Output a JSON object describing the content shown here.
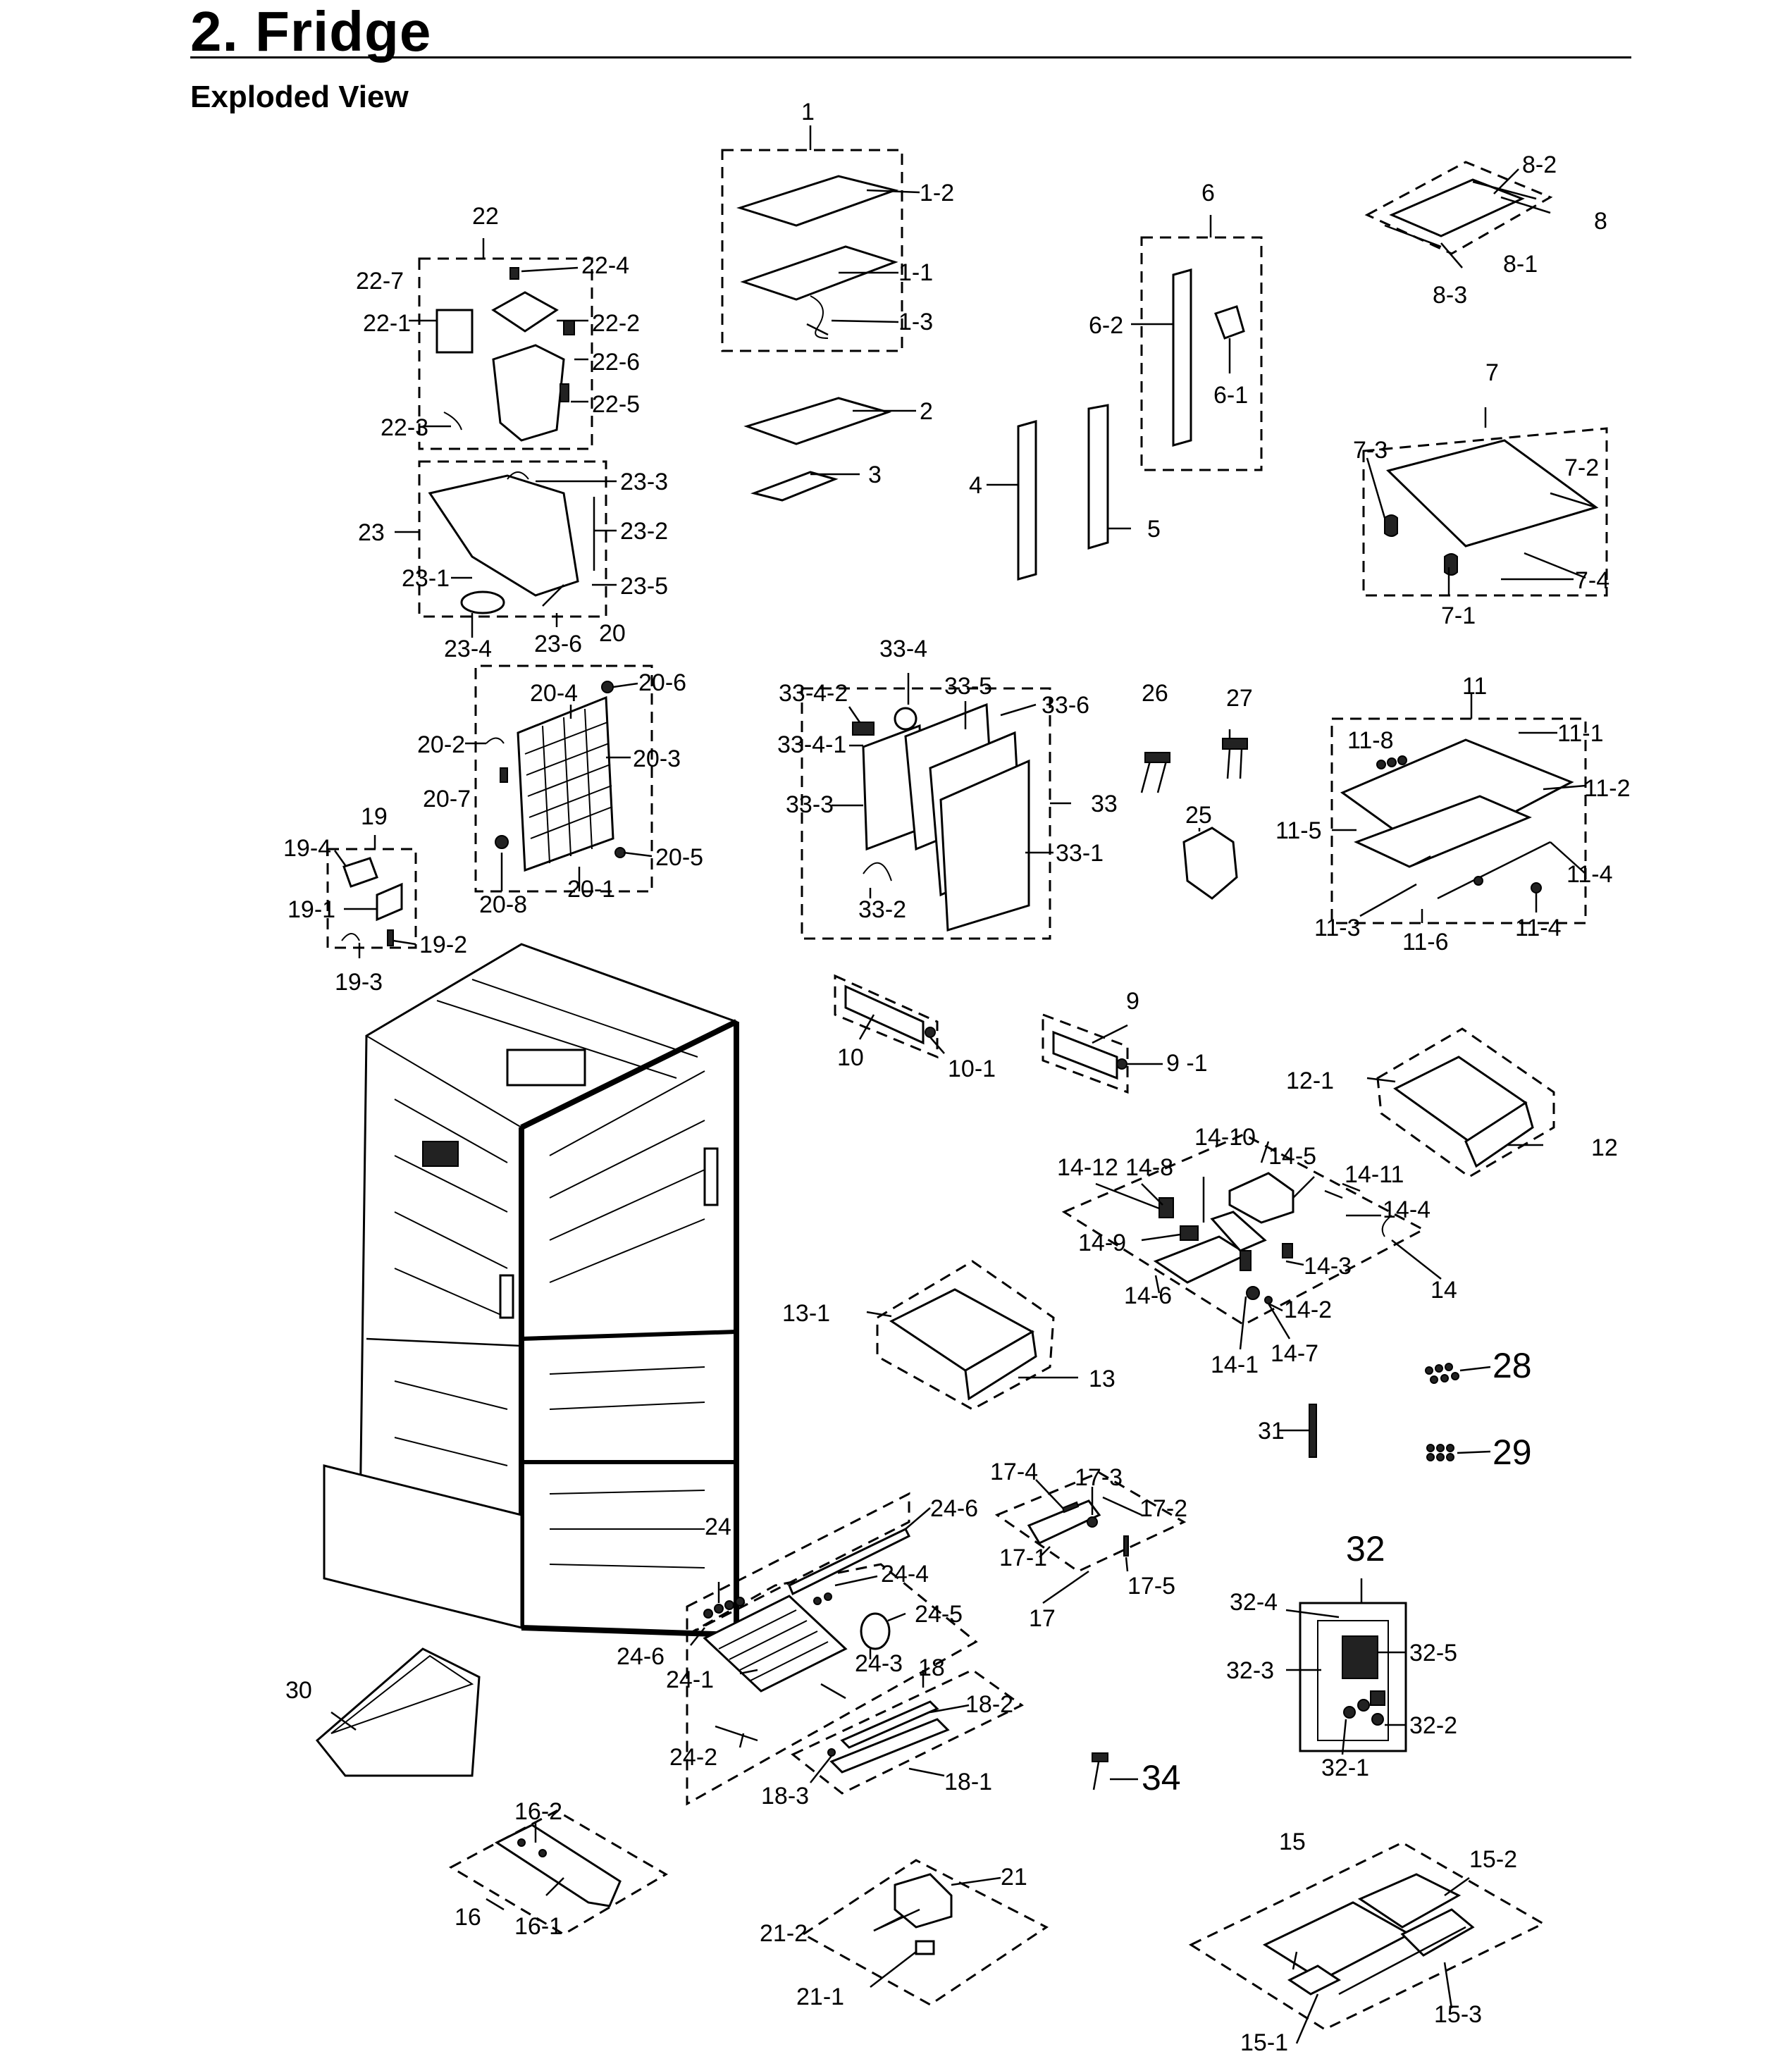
{
  "header": {
    "title": "2.  Fridge",
    "subtitle": "Exploded View"
  },
  "callouts": {
    "c1": "1",
    "c1_1": "1-1",
    "c1_2": "1-2",
    "c1_3": "1-3",
    "c2": "2",
    "c3": "3",
    "c4": "4",
    "c5": "5",
    "c6": "6",
    "c6_1": "6-1",
    "c6_2": "6-2",
    "c7": "7",
    "c7_1": "7-1",
    "c7_2": "7-2",
    "c7_3": "7-3",
    "c7_4": "7-4",
    "c8": "8",
    "c8_1": "8-1",
    "c8_2": "8-2",
    "c8_3": "8-3",
    "c9": "9",
    "c9_1": "9 -1",
    "c10": "10",
    "c10_1": "10-1",
    "c11": "11",
    "c11_1": "11-1",
    "c11_2": "11-2",
    "c11_3": "11-3",
    "c11_4a": "11-4",
    "c11_4b": "11-4",
    "c11_5": "11-5",
    "c11_6": "11-6",
    "c11_8": "11-8",
    "c12": "12",
    "c12_1": "12-1",
    "c13": "13",
    "c13_1": "13-1",
    "c14": "14",
    "c14_1": "14-1",
    "c14_2": "14-2",
    "c14_3": "14-3",
    "c14_4": "14-4",
    "c14_5": "14-5",
    "c14_6": "14-6",
    "c14_7": "14-7",
    "c14_8": "14-8",
    "c14_9": "14-9",
    "c14_10": "14-10",
    "c14_11": "14-11",
    "c14_12": "14-12",
    "c15": "15",
    "c15_1": "15-1",
    "c15_2": "15-2",
    "c15_3": "15-3",
    "c16": "16",
    "c16_1": "16-1",
    "c16_2": "16-2",
    "c17": "17",
    "c17_1": "17-1",
    "c17_2": "17-2",
    "c17_3": "17-3",
    "c17_4": "17-4",
    "c17_5": "17-5",
    "c18": "18",
    "c18_1": "18-1",
    "c18_2": "18-2",
    "c18_3": "18-3",
    "c19": "19",
    "c19_1": "19-1",
    "c19_2": "19-2",
    "c19_3": "19-3",
    "c19_4": "19-4",
    "c20": "20",
    "c20_1": "20-1",
    "c20_2": "20-2",
    "c20_3": "20-3",
    "c20_4": "20-4",
    "c20_5": "20-5",
    "c20_6": "20-6",
    "c20_7": "20-7",
    "c20_8": "20-8",
    "c21": "21",
    "c21_1": "21-1",
    "c21_2": "21-2",
    "c22": "22",
    "c22_1": "22-1",
    "c22_2": "22-2",
    "c22_3": "22-3",
    "c22_4": "22-4",
    "c22_5": "22-5",
    "c22_6": "22-6",
    "c22_7": "22-7",
    "c23": "23",
    "c23_1": "23-1",
    "c23_2": "23-2",
    "c23_3": "23-3",
    "c23_4": "23-4",
    "c23_5": "23-5",
    "c23_6": "23-6",
    "c24": "24",
    "c24_1": "24-1",
    "c24_2": "24-2",
    "c24_3": "24-3",
    "c24_4": "24-4",
    "c24_5": "24-5",
    "c24_6a": "24-6",
    "c24_6b": "24-6",
    "c25": "25",
    "c26": "26",
    "c27": "27",
    "c28": "28",
    "c29": "29",
    "c30": "30",
    "c31": "31",
    "c32": "32",
    "c32_1": "32-1",
    "c32_2": "32-2",
    "c32_3": "32-3",
    "c32_4": "32-4",
    "c32_5": "32-5",
    "c33": "33",
    "c33_1": "33-1",
    "c33_2": "33-2",
    "c33_3": "33-3",
    "c33_4": "33-4",
    "c33_4_1": "33-4-1",
    "c33_4_2": "33-4-2",
    "c33_5": "33-5",
    "c33_6": "33-6",
    "c34": "34"
  }
}
